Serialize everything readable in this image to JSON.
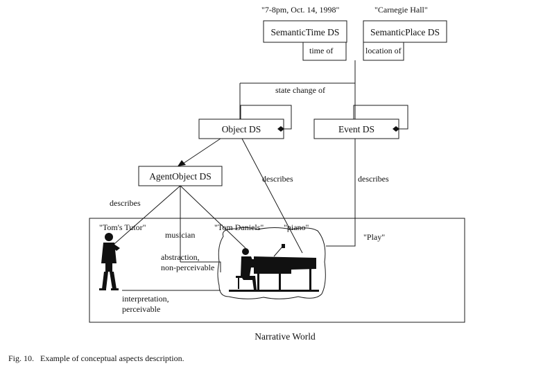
{
  "nodes": {
    "semantic_time": "SemanticTime  DS",
    "semantic_place": "SemanticPlace  DS",
    "object_ds": "Object DS",
    "event_ds": "Event DS",
    "agent_object_ds": "AgentObject   DS"
  },
  "quoted": {
    "time": "\"7-8pm, Oct. 14, 1998\"",
    "place": "\"Carnegie Hall\"",
    "toms_tutor": "\"Tom's Tutor\"",
    "tom_daniels": "\"Tom Daniels\"",
    "piano": "\"piano\"",
    "play": "\"Play\""
  },
  "relations": {
    "time_of": "time of",
    "location_of": "location of",
    "state_change_of": "state change of",
    "describes_object": "describes",
    "describes_event": "describes",
    "describes_agent": "describes",
    "musician": "musician",
    "abstraction_1": "abstraction,",
    "abstraction_2": "non-perceivable",
    "interpretation_1": "interpretation,",
    "interpretation_2": "perceivable"
  },
  "world_label": "Narrative World",
  "caption": "Fig. 10.   Example of conceptual aspects description."
}
